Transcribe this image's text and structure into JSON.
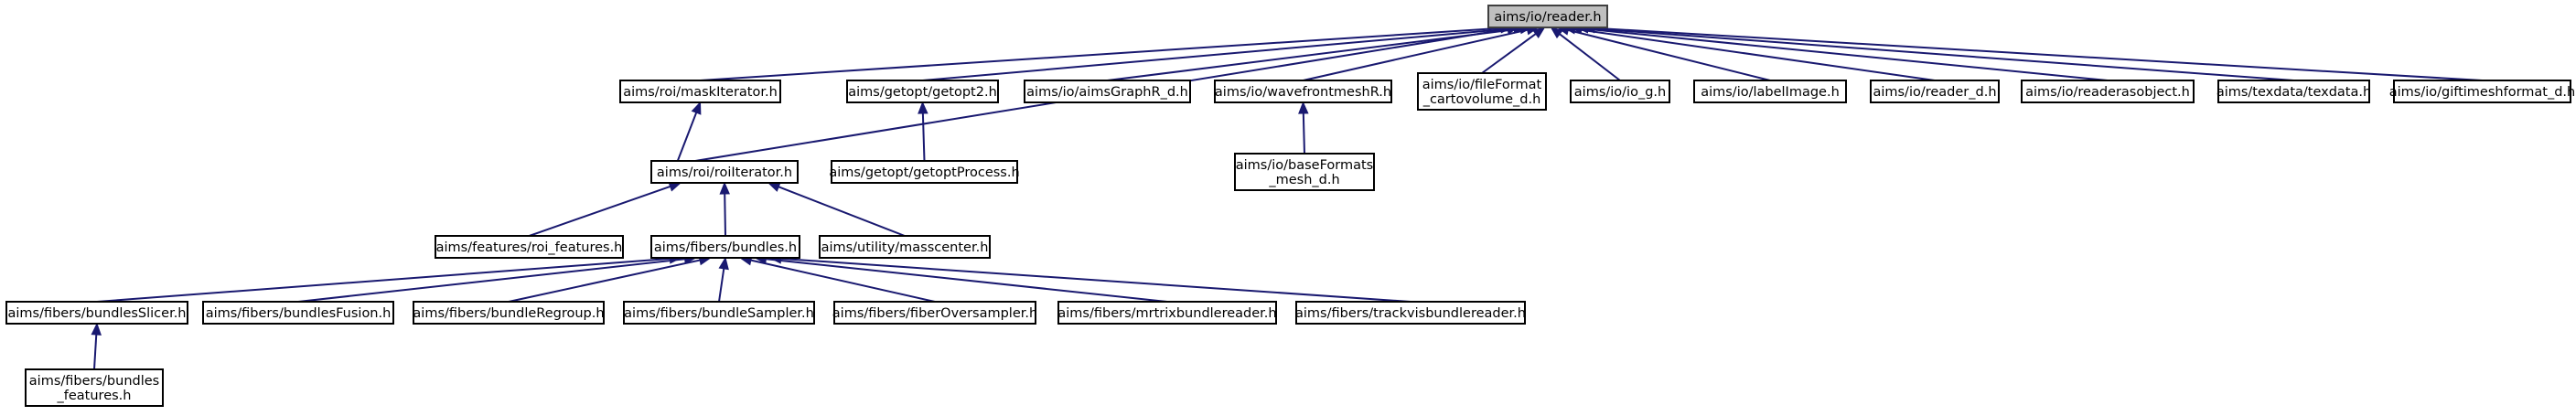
{
  "colors": {
    "edge": "#191970",
    "node_border": "#000000",
    "root_fill": "#bfbfbf",
    "node_fill": "#ffffff"
  },
  "nodes": [
    {
      "id": "reader",
      "lines": [
        "aims/io/reader.h"
      ],
      "root": true
    },
    {
      "id": "maskIterator",
      "lines": [
        "aims/roi/maskIterator.h"
      ]
    },
    {
      "id": "getopt2",
      "lines": [
        "aims/getopt/getopt2.h"
      ]
    },
    {
      "id": "aimsGraphR_d",
      "lines": [
        "aims/io/aimsGraphR_d.h"
      ]
    },
    {
      "id": "wavefrontmeshR",
      "lines": [
        "aims/io/wavefrontmeshR.h"
      ]
    },
    {
      "id": "fileFormat_cartovolume_d",
      "lines": [
        "aims/io/fileFormat",
        "_cartovolume_d.h"
      ]
    },
    {
      "id": "io_g",
      "lines": [
        "aims/io/io_g.h"
      ]
    },
    {
      "id": "labelImage",
      "lines": [
        "aims/io/labelImage.h"
      ]
    },
    {
      "id": "reader_d",
      "lines": [
        "aims/io/reader_d.h"
      ]
    },
    {
      "id": "readerasobject",
      "lines": [
        "aims/io/readerasobject.h"
      ]
    },
    {
      "id": "texdata",
      "lines": [
        "aims/texdata/texdata.h"
      ]
    },
    {
      "id": "giftimeshformat_d",
      "lines": [
        "aims/io/giftimeshformat_d.h"
      ]
    },
    {
      "id": "roiIterator",
      "lines": [
        "aims/roi/roiIterator.h"
      ]
    },
    {
      "id": "getoptProcess",
      "lines": [
        "aims/getopt/getoptProcess.h"
      ]
    },
    {
      "id": "baseFormats_mesh_d",
      "lines": [
        "aims/io/baseFormats",
        "_mesh_d.h"
      ]
    },
    {
      "id": "roi_features",
      "lines": [
        "aims/features/roi_features.h"
      ]
    },
    {
      "id": "bundles",
      "lines": [
        "aims/fibers/bundles.h"
      ]
    },
    {
      "id": "masscenter",
      "lines": [
        "aims/utility/masscenter.h"
      ]
    },
    {
      "id": "bundlesSlicer",
      "lines": [
        "aims/fibers/bundlesSlicer.h"
      ]
    },
    {
      "id": "bundlesFusion",
      "lines": [
        "aims/fibers/bundlesFusion.h"
      ]
    },
    {
      "id": "bundleRegroup",
      "lines": [
        "aims/fibers/bundleRegroup.h"
      ]
    },
    {
      "id": "bundleSampler",
      "lines": [
        "aims/fibers/bundleSampler.h"
      ]
    },
    {
      "id": "fiberOversampler",
      "lines": [
        "aims/fibers/fiberOversampler.h"
      ]
    },
    {
      "id": "mrtrixbundlereader",
      "lines": [
        "aims/fibers/mrtrixbundlereader.h"
      ]
    },
    {
      "id": "trackvisbundlereader",
      "lines": [
        "aims/fibers/trackvisbundlereader.h"
      ]
    },
    {
      "id": "bundles_features",
      "lines": [
        "aims/fibers/bundles",
        "_features.h"
      ]
    }
  ],
  "edges": [
    [
      "maskIterator",
      "reader"
    ],
    [
      "roiIterator",
      "reader"
    ],
    [
      "getopt2",
      "reader"
    ],
    [
      "aimsGraphR_d",
      "reader"
    ],
    [
      "wavefrontmeshR",
      "reader"
    ],
    [
      "fileFormat_cartovolume_d",
      "reader"
    ],
    [
      "io_g",
      "reader"
    ],
    [
      "labelImage",
      "reader"
    ],
    [
      "reader_d",
      "reader"
    ],
    [
      "readerasobject",
      "reader"
    ],
    [
      "texdata",
      "reader"
    ],
    [
      "giftimeshformat_d",
      "reader"
    ],
    [
      "roiIterator",
      "maskIterator"
    ],
    [
      "getoptProcess",
      "getopt2"
    ],
    [
      "baseFormats_mesh_d",
      "wavefrontmeshR"
    ],
    [
      "roi_features",
      "roiIterator"
    ],
    [
      "bundles",
      "roiIterator"
    ],
    [
      "masscenter",
      "roiIterator"
    ],
    [
      "bundlesSlicer",
      "bundles"
    ],
    [
      "bundlesFusion",
      "bundles"
    ],
    [
      "bundleRegroup",
      "bundles"
    ],
    [
      "bundleSampler",
      "bundles"
    ],
    [
      "fiberOversampler",
      "bundles"
    ],
    [
      "mrtrixbundlereader",
      "bundles"
    ],
    [
      "trackvisbundlereader",
      "bundles"
    ],
    [
      "bundles_features",
      "bundlesSlicer"
    ]
  ]
}
